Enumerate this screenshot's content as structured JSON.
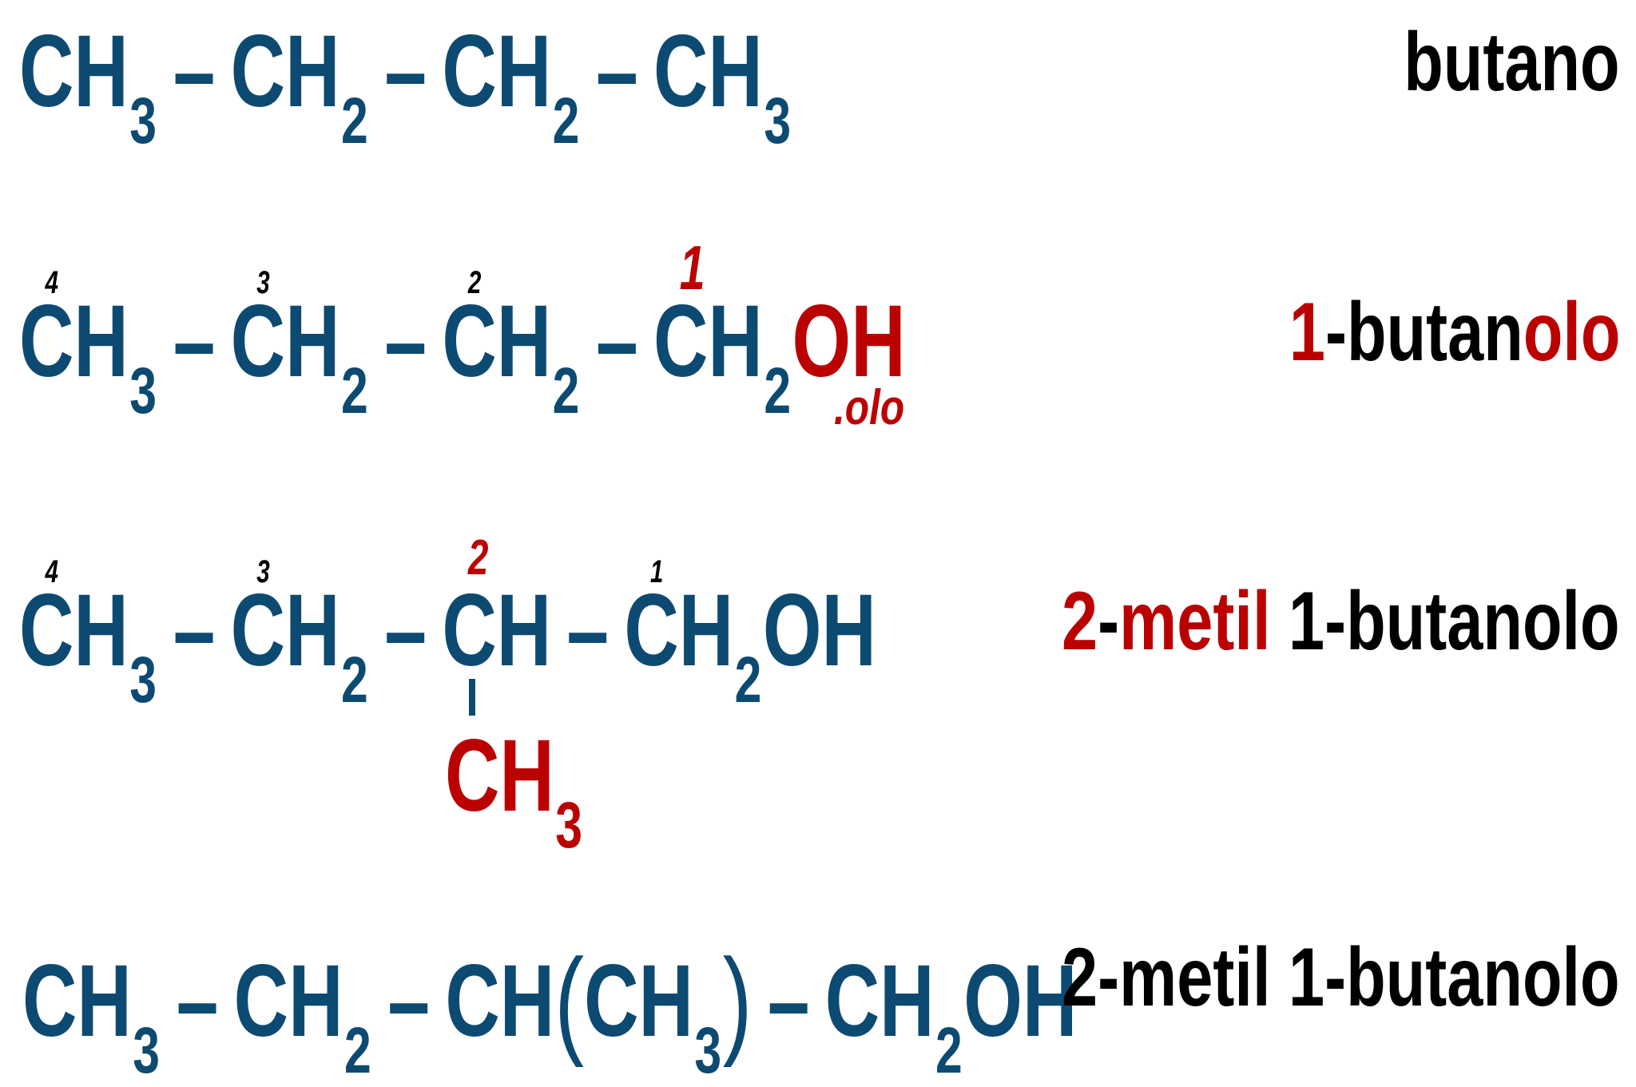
{
  "rows": {
    "r1": {
      "c1": "C",
      "h1": "H",
      "s1": "3",
      "b1": "–",
      "c2": "C",
      "h2": "H",
      "s2": "2",
      "b2": "–",
      "c3": "C",
      "h3": "H",
      "s3": "2",
      "b3": "–",
      "c4": "C",
      "h4": "H",
      "s4": "3",
      "name": "butano"
    },
    "r2": {
      "n4": "4",
      "n3": "3",
      "n2": "2",
      "n1": "1",
      "c1": "C",
      "h1": "H",
      "s1": "3",
      "b1": "–",
      "c2": "C",
      "h2": "H",
      "s2": "2",
      "b2": "–",
      "c3": "C",
      "h3": "H",
      "s3": "2",
      "b3": "–",
      "c4": "C",
      "h4": "H",
      "s4": "2",
      "oh": "OH",
      "suffix_note": ".olo",
      "name_locant": "1",
      "name_dash": "-butan",
      "name_suffix": "olo"
    },
    "r3": {
      "n4": "4",
      "n3": "3",
      "n2": "2",
      "n1": "1",
      "c1": "C",
      "h1": "H",
      "s1": "3",
      "b1": "–",
      "c2": "C",
      "h2": "H",
      "s2": "2",
      "b2": "–",
      "c3": "C",
      "h3": "H",
      "b3": "–",
      "c4": "C",
      "h4": "H",
      "s4": "2",
      "oh": "OH",
      "branch_c": "C",
      "branch_h": "H",
      "branch_s": "3",
      "name_locant": "2",
      "name_dash": "-",
      "name_prefix": "metil",
      "name_rest": " 1-butanolo"
    },
    "r4": {
      "c1": "C",
      "h1": "H",
      "s1": "3",
      "b1": "–",
      "c2": "C",
      "h2": "H",
      "s2": "2",
      "b2": "–",
      "c3": "CH",
      "po": "(",
      "c5": "CH",
      "s5": "3",
      "pc": ")",
      "b3": "–",
      "c4": "CH",
      "s4": "2",
      "oh": "OH",
      "name": "2-metil 1-butanolo"
    }
  },
  "colors": {
    "formula": "#0d4a72",
    "highlight": "#bb0000",
    "text": "#000000"
  }
}
